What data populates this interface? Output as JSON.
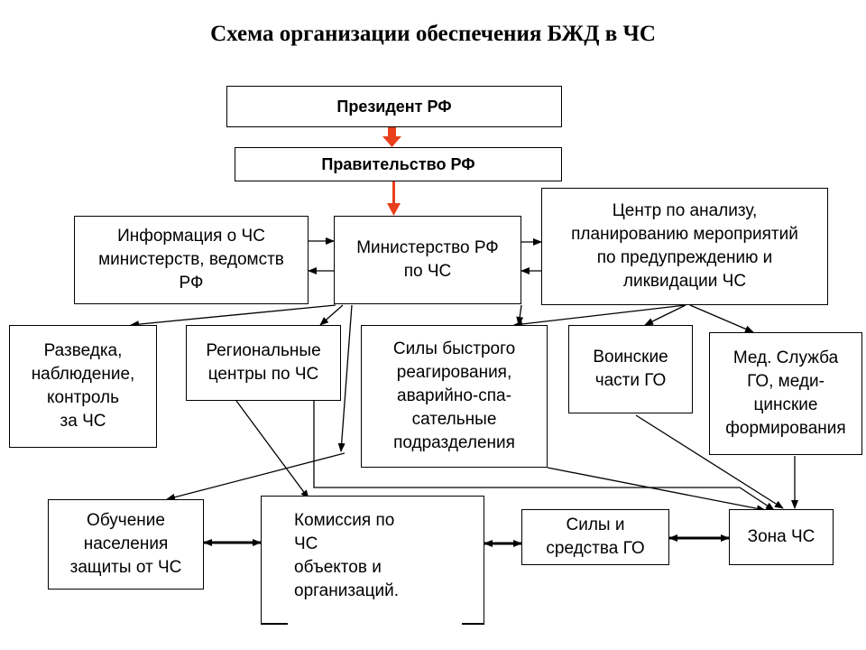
{
  "title": "Схема организации обеспечения БЖД в ЧС",
  "nodes": {
    "president": "Президент РФ",
    "government": "Правительство РФ",
    "info": "Информация о ЧС\nминистерств, ведомств\nРФ",
    "ministry": "Министерство РФ\nпо ЧС",
    "center": "Центр по анализу,\nпланированию мероприятий\nпо предупреждению и\nликвидации ЧС",
    "recon": "Разведка,\nнаблюдение,\nконтроль\nза ЧС",
    "regional": "Региональные\nцентры по ЧС",
    "rapid": "Силы быстрого\nреагирования,\nаварийно-спа-\nсательные\nподразделения",
    "military": "Воинские\nчасти ГО",
    "medical": "Мед. Служба\nГО, меди-\nцинские\nформирования",
    "training": "Обучение\nнаселения\nзащиты от ЧС",
    "commission": "Комиссия по\nЧС\nобъектов и\nорганизаций.",
    "forces": "Силы и\nсредства ГО",
    "zone": "Зона ЧС"
  },
  "colors": {
    "accent_arrow": "#e8401c",
    "line": "#000000"
  }
}
